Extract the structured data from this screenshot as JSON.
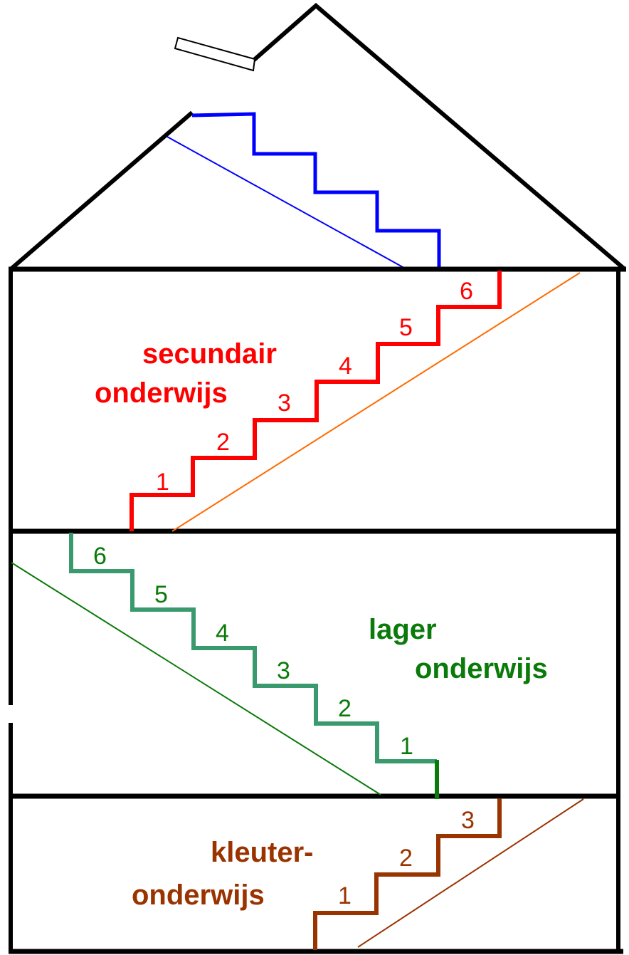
{
  "colors": {
    "house": "#000000",
    "attic_stairs": "#0000ff",
    "secundair": "#ff0000",
    "secundair_diagonal": "#ff6a00",
    "lager_stairs": "#3a9a6e",
    "lager_text": "#0a7a0a",
    "kleuter": "#993300"
  },
  "secundair": {
    "title_line1": "secundair",
    "title_line2": "onderwijs",
    "steps": [
      "1",
      "2",
      "3",
      "4",
      "5",
      "6"
    ]
  },
  "lager": {
    "title_line1": "lager",
    "title_line2": "onderwijs",
    "steps": [
      "6",
      "5",
      "4",
      "3",
      "2",
      "1"
    ]
  },
  "kleuter": {
    "title_line1": "kleuter-",
    "title_line2": "onderwijs",
    "steps": [
      "1",
      "2",
      "3"
    ]
  }
}
